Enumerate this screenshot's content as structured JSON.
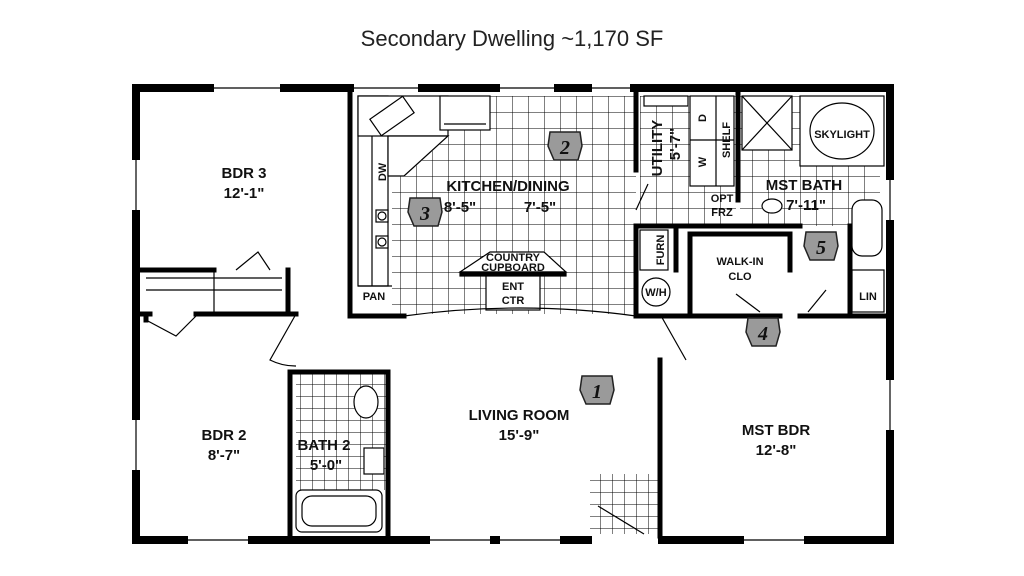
{
  "title": "Secondary Dwelling ~1,170 SF",
  "rooms": {
    "bdr3": {
      "name": "BDR 3",
      "dim": "12'-1\""
    },
    "kitchen": {
      "name": "KITCHEN/DINING",
      "dim1": "8'-5\"",
      "dim2": "7'-5\""
    },
    "utility": {
      "name": "UTILITY",
      "dim": "5'-7\"",
      "w": "W",
      "d": "D",
      "shelf": "SHELF"
    },
    "mst_bath": {
      "name": "MST BATH",
      "dim": "7'-11\"",
      "skylight": "SKYLIGHT"
    },
    "bdr2": {
      "name": "BDR 2",
      "dim": "8'-7\""
    },
    "bath2": {
      "name": "BATH 2",
      "dim": "5'-0\""
    },
    "living": {
      "name": "LIVING ROOM",
      "dim": "15'-9\""
    },
    "mst_bdr": {
      "name": "MST BDR",
      "dim": "12'-8\""
    },
    "walkin": {
      "name1": "WALK-IN",
      "name2": "CLO"
    }
  },
  "fixtures": {
    "dw": "DW",
    "pan": "PAN",
    "country1": "COUNTRY",
    "country2": "CUPBOARD",
    "ent": "ENT",
    "ctr": "CTR",
    "opt": "OPT",
    "frz": "FRZ",
    "furn": "FURN",
    "wh": "W/H",
    "lin": "LIN"
  },
  "badges": [
    "1",
    "2",
    "3",
    "4",
    "5"
  ],
  "colors": {
    "wall": "#000000",
    "badge": "#9a9a9a"
  }
}
